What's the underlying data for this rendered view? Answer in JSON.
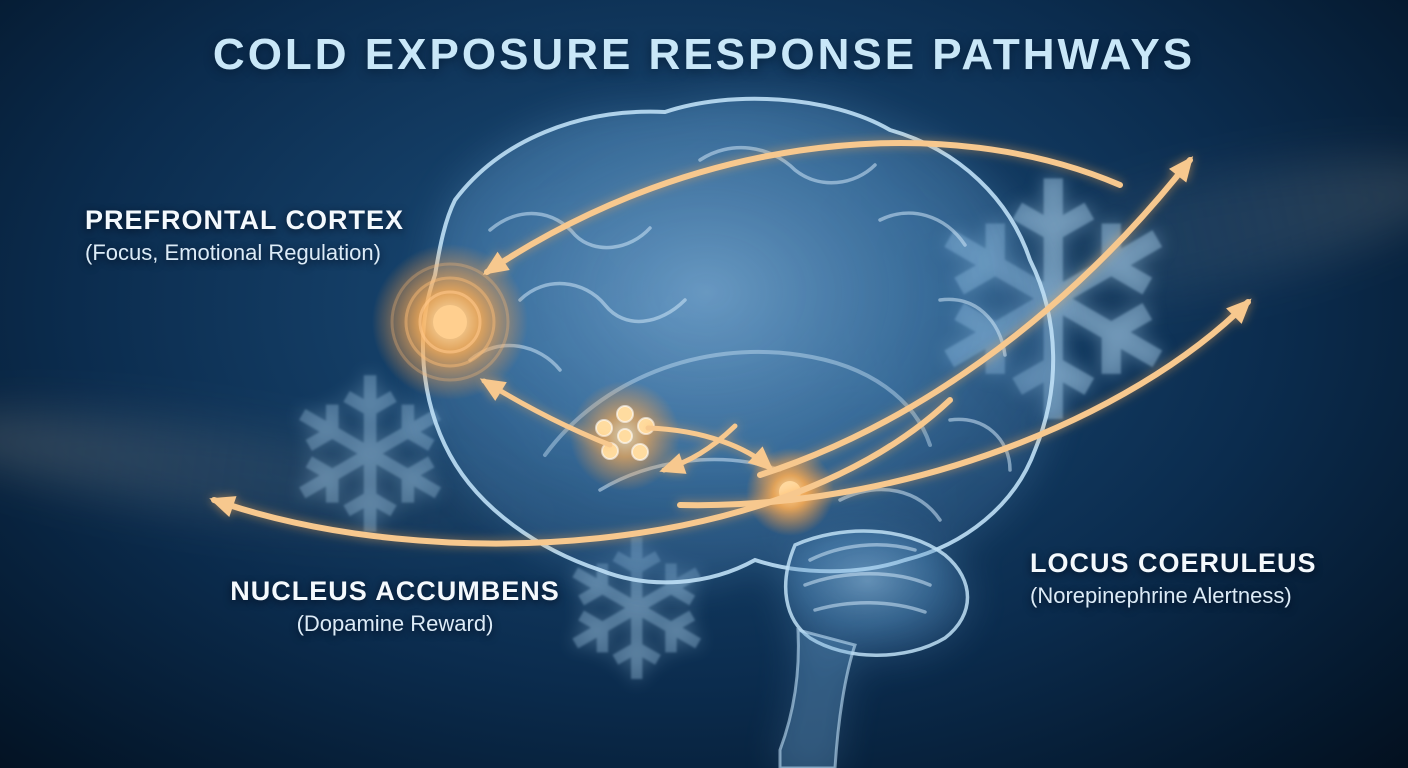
{
  "title": "COLD EXPOSURE RESPONSE PATHWAYS",
  "regions": {
    "prefrontal": {
      "name": "PREFRONTAL CORTEX",
      "desc": "(Focus, Emotional Regulation)"
    },
    "nucleus": {
      "name": "NUCLEUS ACCUMBENS",
      "desc": "(Dopamine Reward)"
    },
    "locus": {
      "name": "LOCUS COERULEUS",
      "desc": "(Norepinephrine Alertness)"
    }
  },
  "icons": {
    "snowflake_glyph": "❄"
  },
  "colors": {
    "background_center": "#1d4f7e",
    "background_edge": "#03101f",
    "title_text": "#c9e7f8",
    "label_text": "#f4f9fd",
    "arrow": "#f7c88e",
    "glow_core": "#ffb45e",
    "brain_stroke": "#bfe0f6"
  }
}
